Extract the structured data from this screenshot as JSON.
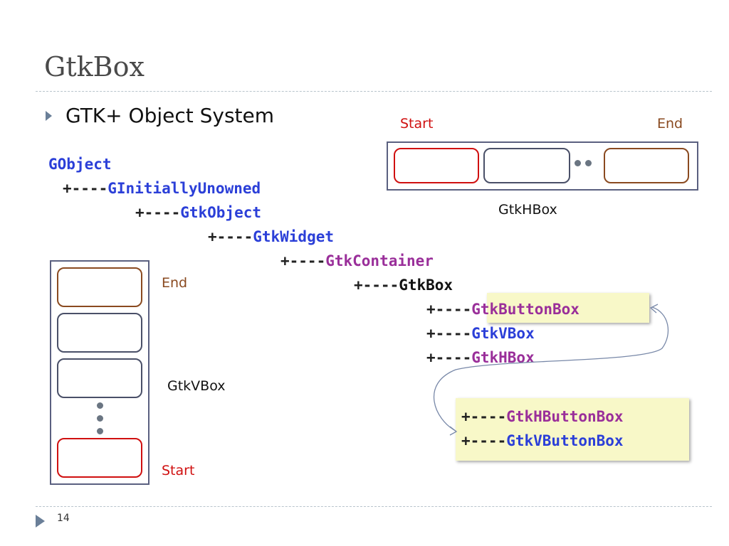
{
  "slide": {
    "title": "GtkBox",
    "bullet": "GTK+ Object System",
    "page_number": "14"
  },
  "hierarchy": {
    "l0": "GObject",
    "l1_prefix": "+----",
    "l1": "GInitiallyUnowned",
    "l2_prefix": "+----",
    "l2": "GtkObject",
    "l3_prefix": "+----",
    "l3": "GtkWidget",
    "l4_prefix": "+----",
    "l4": "GtkContainer",
    "l5_prefix": "+----",
    "l5": "GtkBox",
    "l6a_prefix": "+----",
    "l6a": "GtkButtonBox",
    "l6b_prefix": "+----",
    "l6b": "GtkVBox",
    "l6c_prefix": "+----",
    "l6c": "GtkHBox",
    "sub1_prefix": "+----",
    "sub1": "GtkHButtonBox",
    "sub2_prefix": "+----",
    "sub2": "GtkVButtonBox"
  },
  "hbox_diagram": {
    "start_label": "Start",
    "end_label": "End",
    "caption": "GtkHBox"
  },
  "vbox_diagram": {
    "end_label": "End",
    "start_label": "Start",
    "caption": "GtkVBox"
  },
  "colors": {
    "start": "#d01010",
    "end": "#8a4a20",
    "type_blue": "#2b3fd8",
    "type_purple": "#9a2f9a",
    "highlight": "#f8f8c8"
  }
}
